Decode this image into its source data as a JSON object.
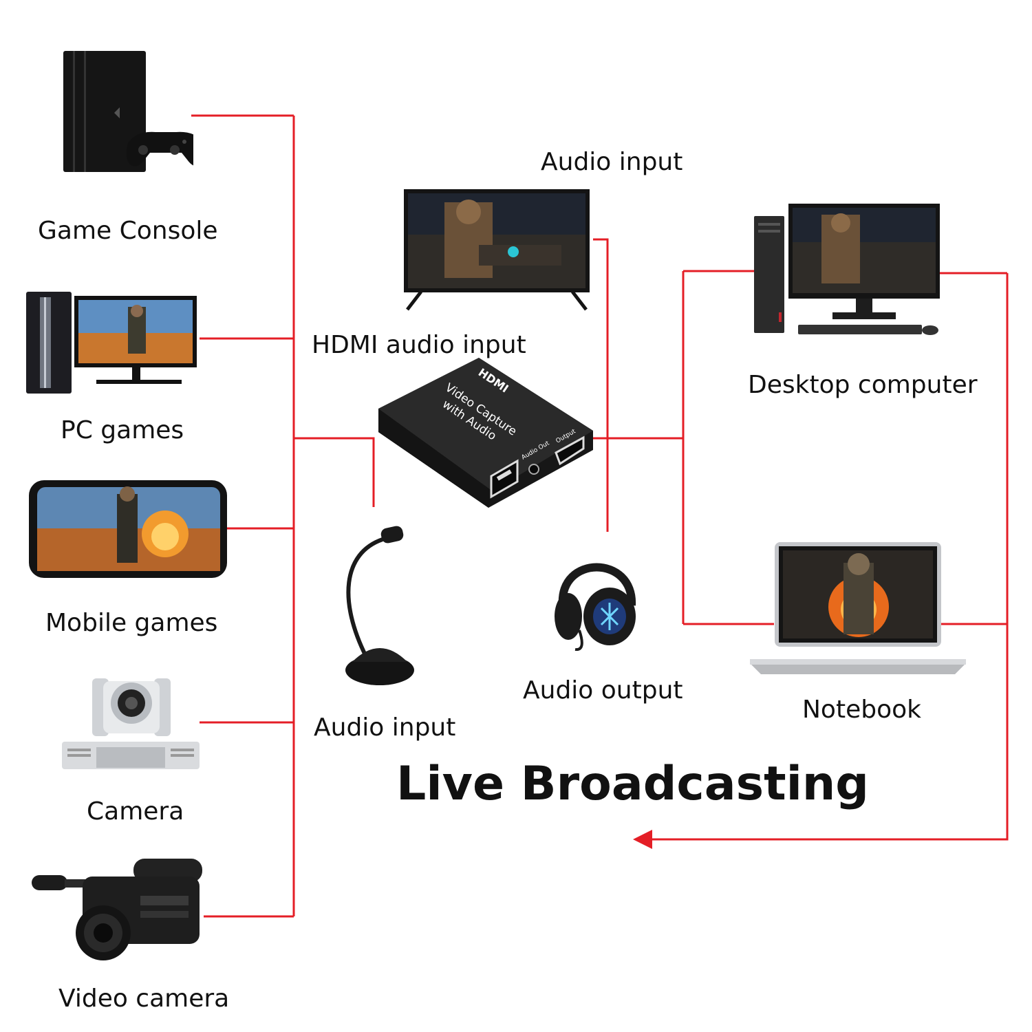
{
  "sources": [
    {
      "id": "game-console",
      "label": "Game Console",
      "icon": "game-console-icon"
    },
    {
      "id": "pc-games",
      "label": "PC games",
      "icon": "gaming-pc-icon"
    },
    {
      "id": "mobile-games",
      "label": "Mobile games",
      "icon": "smartphone-icon"
    },
    {
      "id": "camera",
      "label": "Camera",
      "icon": "ptz-camera-icon"
    },
    {
      "id": "video-camera",
      "label": "Video camera",
      "icon": "camcorder-icon"
    }
  ],
  "center": {
    "tv_top_label": "Audio input",
    "tv_bottom_label": "HDMI audio input",
    "device": {
      "logo": "HDMI",
      "line1": "Video  Capture",
      "line2": "with Audio",
      "port_audio_out": "Audio Out",
      "port_output": "Output"
    },
    "mic_label": "Audio input",
    "headset_label": "Audio output",
    "title": "Live Broadcasting"
  },
  "targets": [
    {
      "id": "desktop",
      "label": "Desktop computer",
      "icon": "desktop-computer-icon"
    },
    {
      "id": "notebook",
      "label": "Notebook",
      "icon": "laptop-icon"
    }
  ],
  "colors": {
    "wire": "#e41e26",
    "device": "#1e1e1e",
    "text": "#111111"
  }
}
